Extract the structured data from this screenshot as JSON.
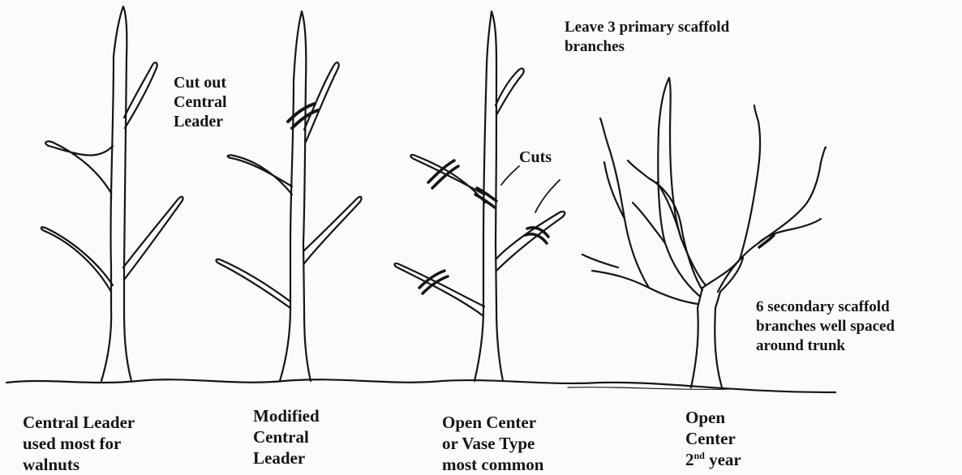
{
  "annotations": {
    "cut_central_leader": [
      "Cut out",
      "Central",
      "Leader"
    ],
    "cuts": "Cuts",
    "primary_scaffold": [
      "Leave 3 primary scaffold",
      "branches"
    ],
    "secondary_scaffold": [
      "6 secondary scaffold",
      "branches well spaced",
      "around trunk"
    ]
  },
  "captions": {
    "central_leader": [
      "Central Leader",
      "used most for",
      "walnuts"
    ],
    "modified_central_leader": [
      "Modified",
      "Central",
      "Leader"
    ],
    "open_center_vase": [
      "Open Center",
      "or Vase Type",
      "most common"
    ],
    "open_center_2nd_year": {
      "line1": "Open",
      "line2": "Center",
      "line3_num": "2",
      "line3_sup": "nd",
      "line3_word": "year"
    }
  },
  "colors": {
    "ink": "#151515",
    "paper": "#fbfbfb"
  }
}
